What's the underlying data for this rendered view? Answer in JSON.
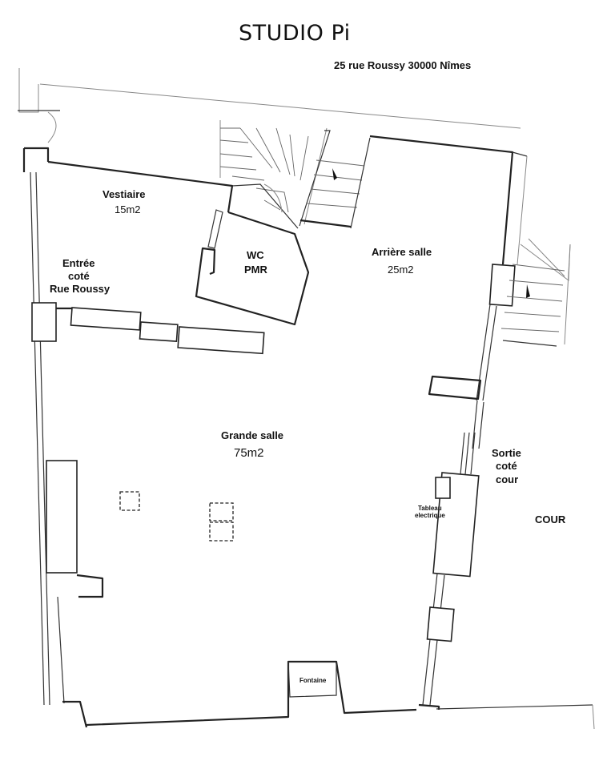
{
  "header": {
    "title": "STUDIO Pi",
    "address": "25 rue Roussy 30000 Nîmes"
  },
  "rooms": {
    "vestiaire": {
      "name": "Vestiaire",
      "area": "15m2"
    },
    "wc": {
      "line1": "WC",
      "line2": "PMR"
    },
    "arriere_salle": {
      "name": "Arrière salle",
      "area": "25m2"
    },
    "entree": {
      "line1": "Entrée",
      "line2": "coté",
      "line3": "Rue Roussy"
    },
    "grande_salle": {
      "name": "Grande salle",
      "area": "75m2"
    },
    "sortie": {
      "line1": "Sortie",
      "line2": "coté",
      "line3": "cour"
    },
    "cour": {
      "name": "COUR"
    }
  },
  "fixtures": {
    "tableau_line1": "Tableau",
    "tableau_line2": "electrique",
    "fontaine": "Fontaine"
  },
  "colors": {
    "wall": "#222222",
    "background": "#ffffff"
  }
}
